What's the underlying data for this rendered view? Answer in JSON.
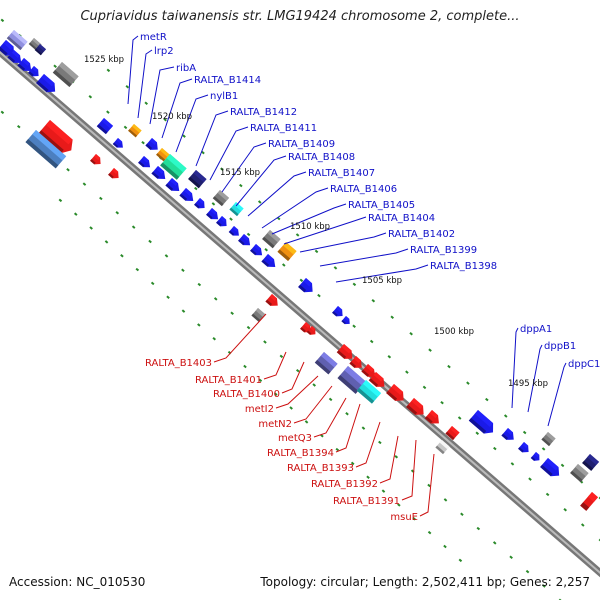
{
  "title": "Cupriavidus taiwanensis str. LMG19424 chromosome 2, complete...",
  "footer": {
    "accession": "Accession: NC_010530",
    "topology": "Topology: circular; Length: 2,502,411 bp; Genes: 2,257"
  },
  "colors": {
    "forward_label": "#1010c8",
    "reverse_label": "#cc1010",
    "backbone": "#888888",
    "tick": "#2a8a2a",
    "blue_gene": "#1a1ae8",
    "red_gene": "#e81a1a"
  },
  "ruler": [
    "1525 kbp",
    "1520 kbp",
    "1515 kbp",
    "1510 kbp",
    "1505 kbp",
    "1500 kbp",
    "1495 kbp"
  ],
  "forward_genes": [
    "metR",
    "lrp2",
    "ribA",
    "RALTA_B1414",
    "nylB1",
    "RALTA_B1412",
    "RALTA_B1411",
    "RALTA_B1409",
    "RALTA_B1408",
    "RALTA_B1407",
    "RALTA_B1406",
    "RALTA_B1405",
    "RALTA_B1404",
    "RALTA_B1402",
    "RALTA_B1399",
    "RALTA_B1398",
    "dppA1",
    "dppB1",
    "dppC1"
  ],
  "reverse_genes": [
    "RALTA_B1403",
    "RALTA_B1401",
    "RALTA_B1400",
    "metI2",
    "metN2",
    "metQ3",
    "RALTA_B1394",
    "RALTA_B1393",
    "RALTA_B1392",
    "RALTA_B1391",
    "msuE"
  ]
}
